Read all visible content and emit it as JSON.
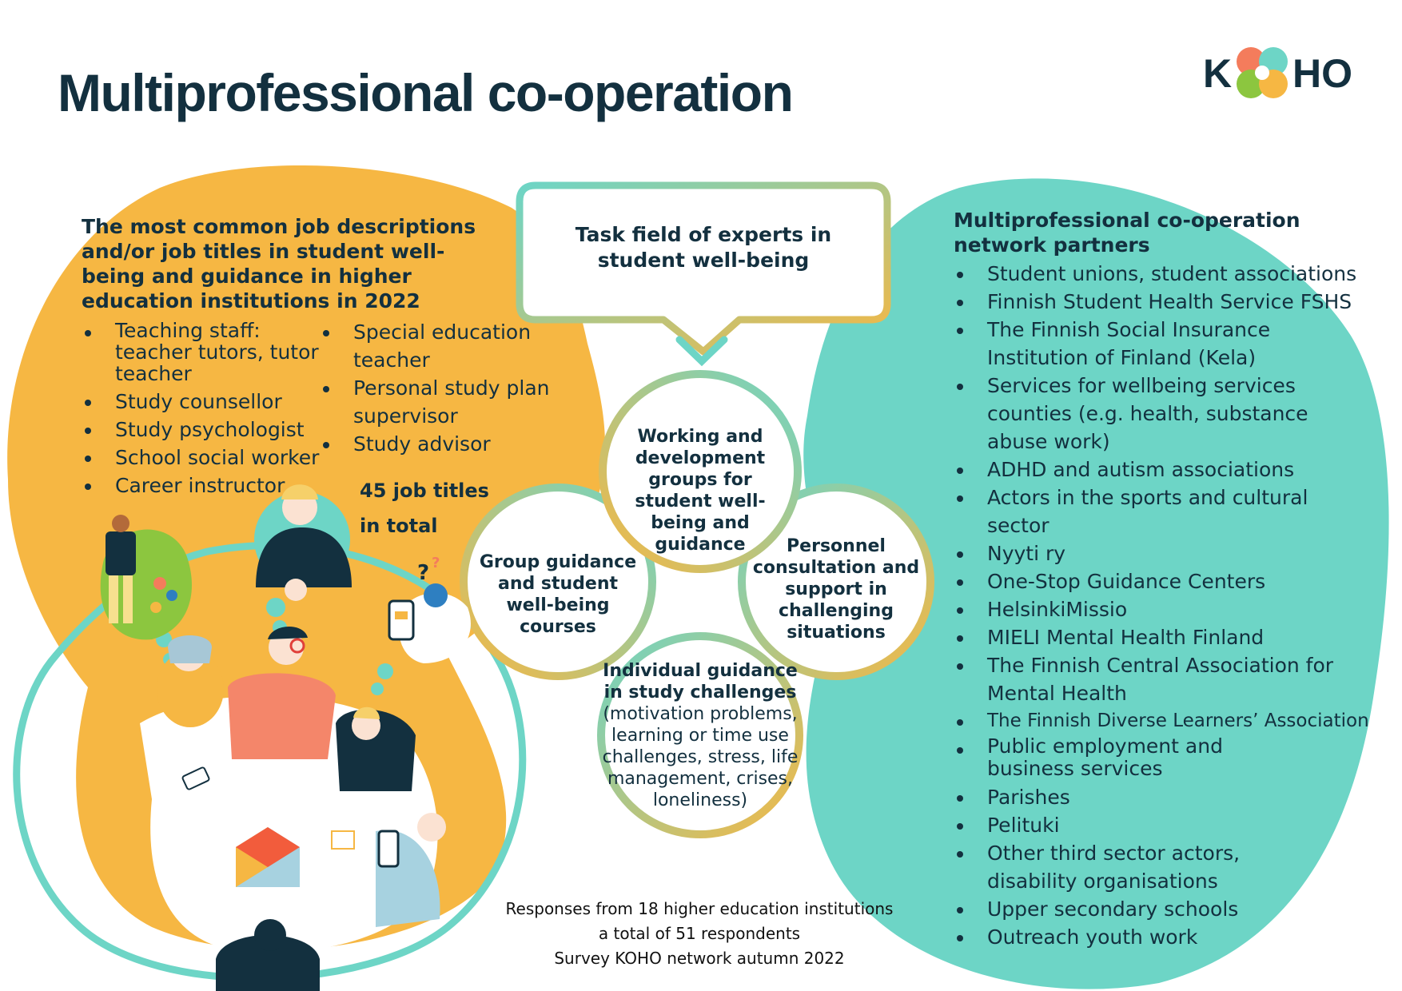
{
  "title": "Multiprofessional co-operation",
  "logo": {
    "letters_left": "K",
    "letters_right": "HO",
    "colors": [
      "#f47c5c",
      "#6dd5c6",
      "#f6b743",
      "#8cc63f"
    ]
  },
  "colors": {
    "orange": "#f6b743",
    "teal": "#6dd5c6",
    "navy": "#13303f",
    "coral": "#f47c5c"
  },
  "left_panel": {
    "heading": "The most common job descriptions and/or job titles in student well-being and guidance in higher education institutions in 2022",
    "list_a": [
      "Teaching staff: teacher tutors, tutor teacher",
      "Study counsellor",
      "Study psychologist",
      "School social worker",
      "Career instructor"
    ],
    "list_b": [
      "Special education teacher",
      "Personal study plan supervisor",
      "Study advisor"
    ],
    "count_line1": "45 job titles",
    "count_line2": "in total"
  },
  "task_box": {
    "text": "Task field of experts in student well-being"
  },
  "circles": {
    "top": "Working and development groups for student well-being and guidance",
    "left": "Group guidance and student well-being courses",
    "right": "Personnel consultation and support in challenging situations",
    "bottom_title": "Individual guidance in study challenges",
    "bottom_sub": "(motivation problems, learning or time use challenges, stress, life management, crises, loneliness)"
  },
  "right_panel": {
    "heading": "Multiprofessional co-operation network partners",
    "items": [
      "Student unions, student associations",
      "Finnish Student Health Service FSHS",
      "The Finnish Social Insurance Institution of Finland (Kela)",
      "Services for wellbeing services counties (e.g. health, substance abuse work)",
      "ADHD and autism associations",
      "Actors in the sports and cultural sector",
      "Nyyti ry",
      "One-Stop Guidance Centers",
      "HelsinkiMissio",
      "MIELI Mental Health Finland",
      "The Finnish Central Association for Mental Health",
      "The Finnish Diverse Learners’ Association",
      "Public employment and business services",
      "Parishes",
      "Pelituki",
      "Other third sector actors, disability organisations",
      "Upper secondary schools",
      "Outreach youth work"
    ]
  },
  "footnote": {
    "line1": "Responses from 18 higher education institutions",
    "line2": "a total of 51 respondents",
    "line3": "Survey KOHO network autumn 2022"
  }
}
